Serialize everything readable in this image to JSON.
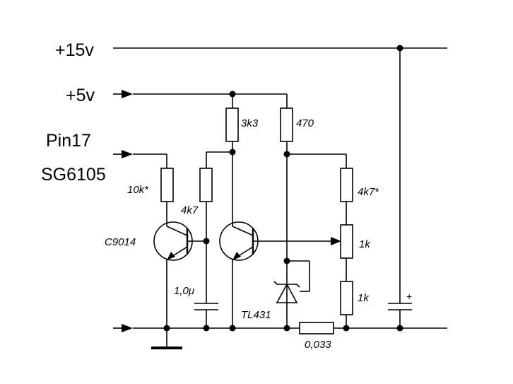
{
  "rails": {
    "v15": "+15v",
    "v5": "+5v",
    "pin17": "Pin17",
    "sg6105": "SG6105"
  },
  "components": {
    "r_3k3": "3k3",
    "r_470": "470",
    "r_10k": "10k*",
    "r_4k7_left": "4k7",
    "r_4k7_right": "4k7*",
    "pot_1k": "1k",
    "r_1k": "1k",
    "transistor": "C9014",
    "cap": "1,0μ",
    "shunt_ref": "TL431",
    "shunt_res": "0,033",
    "cap_polarity": "+"
  }
}
